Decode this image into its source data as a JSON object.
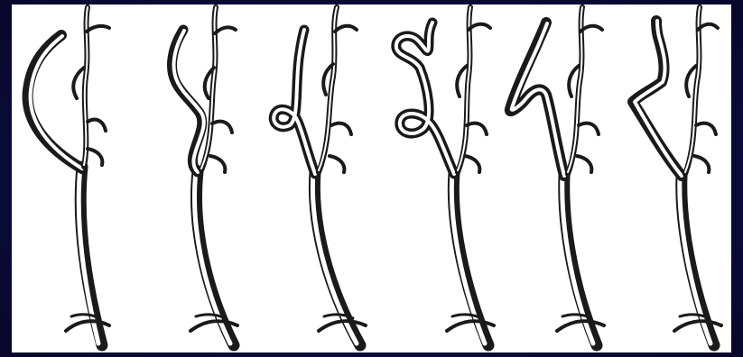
{
  "figure": {
    "colors": {
      "background": "#0b0b3a",
      "panel": "#ffffff",
      "ink": "#1a1a1a"
    },
    "variants": [
      {
        "id": "variant-1",
        "shape": "c-shaped-curve"
      },
      {
        "id": "variant-2",
        "shape": "s-shaped-tortuosity"
      },
      {
        "id": "variant-3",
        "shape": "single-loop"
      },
      {
        "id": "variant-4",
        "shape": "double-loop"
      },
      {
        "id": "variant-5",
        "shape": "acute-kink"
      },
      {
        "id": "variant-6",
        "shape": "obtuse-kink"
      }
    ]
  }
}
